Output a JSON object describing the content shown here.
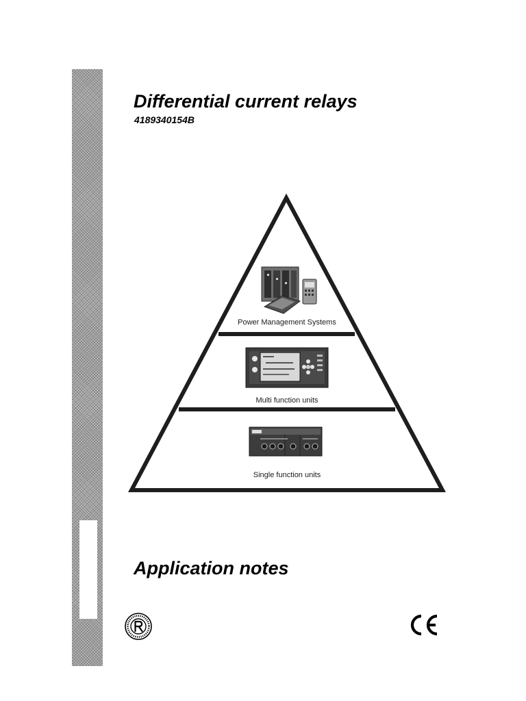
{
  "document": {
    "title": "Differential current relays",
    "doc_number": "4189340154B",
    "subtitle": "Application notes"
  },
  "pyramid": {
    "tiers": [
      {
        "label": "Power Management Systems",
        "image": "power-management-system-photo"
      },
      {
        "label": "Multi function units",
        "image": "multi-function-unit-photo"
      },
      {
        "label": "Single function units",
        "image": "single-function-unit-photo"
      }
    ]
  },
  "marks": {
    "quality_mark_icon": "registered-quality-seal-icon",
    "ce_mark_icon": "ce-conformity-mark-icon"
  },
  "colors": {
    "text": "#000000",
    "strip": "#b8b8b8",
    "device_screen": "#d8d8d8",
    "device_body": "#3a3a3a"
  }
}
